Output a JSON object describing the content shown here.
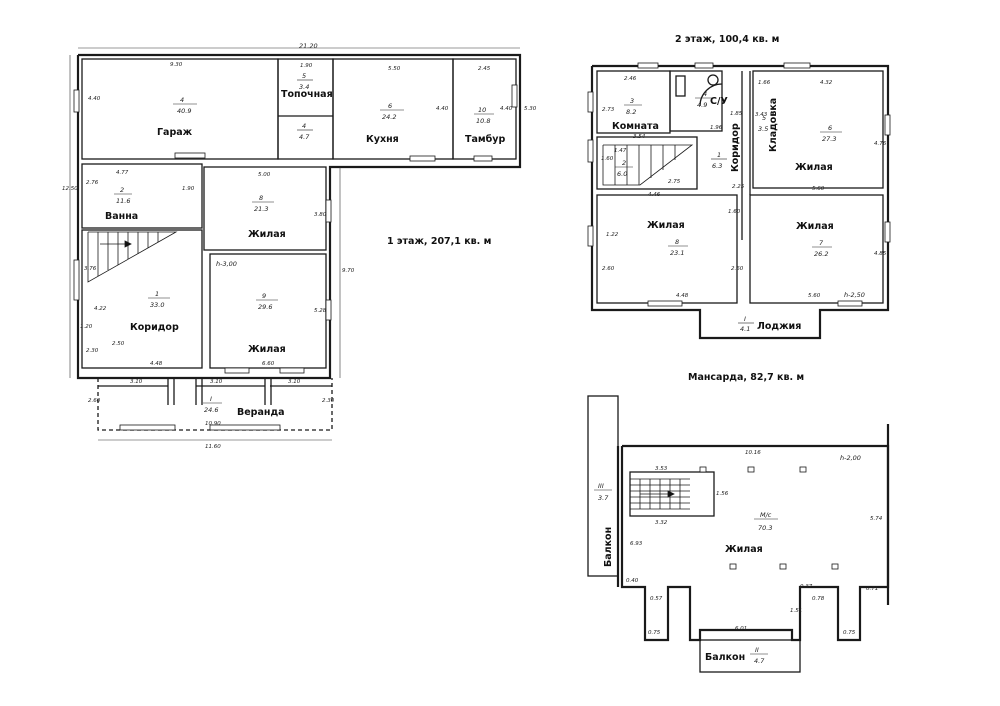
{
  "titles": {
    "floor1": "1 этаж, 207,1 кв. м",
    "floor2": "2 этаж, 100,4 кв. м",
    "attic": "Мансарда, 82,7 кв. м"
  },
  "floor1": {
    "overall_width": "21.20",
    "rooms": [
      {
        "name": "Гараж",
        "num": "4",
        "area": "40.9"
      },
      {
        "name": "Топочная",
        "num": "5",
        "area": "3.4"
      },
      {
        "name": "",
        "num": "4",
        "area": "4.7"
      },
      {
        "name": "Кухня",
        "num": "6",
        "area": "24.2"
      },
      {
        "name": "Тамбур",
        "num": "10",
        "area": "10.8"
      },
      {
        "name": "Ванна",
        "num": "2",
        "area": "11.6"
      },
      {
        "name": "Жилая",
        "num": "8",
        "area": "21.3"
      },
      {
        "name": "Коридор",
        "num": "1",
        "area": "33.0"
      },
      {
        "name": "Жилая",
        "num": "9",
        "area": "29.6"
      },
      {
        "name": "Веранда",
        "num": "I",
        "area": "24.6"
      }
    ],
    "height": "h-3,00",
    "dims": {
      "garage_w": "9.30",
      "garage_h": "4.40",
      "boiler_w": "1.90",
      "kitchen_w": "5.50",
      "kitchen_h": "4.40",
      "vest_w": "2.45",
      "vest_h": "4.40",
      "right_h": "5.30",
      "left_top": "12.50",
      "bath_w": "4.77",
      "bath_h": "2.76",
      "living8_w": "5.00",
      "living8_h": "3.80",
      "corr_w": "4.48",
      "corr_h": "2.50",
      "living9_w": "6.60",
      "living9_h": "5.28",
      "mid_h": "9.70",
      "ver_l": "3.10",
      "ver_m": "3.10",
      "ver_r": "3.10",
      "ver_total": "10.90",
      "total_bottom": "11.60",
      "ver_h1": "2.60",
      "ver_h2": "2.30",
      "left1": "3.76",
      "left2": "1.20",
      "left3": "2.30",
      "kor_corner": "4.22",
      "stair": "1.90"
    }
  },
  "floor2": {
    "rooms": [
      {
        "name": "Комната",
        "num": "3",
        "area": "8.2"
      },
      {
        "name": "С/У",
        "num": "4",
        "area": "4.9"
      },
      {
        "name": "Кладовка",
        "num": "5",
        "area": "3.5"
      },
      {
        "name": "Жилая",
        "num": "6",
        "area": "27.3"
      },
      {
        "name": "",
        "num": "2",
        "area": "6.0"
      },
      {
        "name": "Коридор",
        "num": "1",
        "area": "6.3"
      },
      {
        "name": "Жилая",
        "num": "8",
        "area": "23.1"
      },
      {
        "name": "Жилая",
        "num": "7",
        "area": "26.2"
      },
      {
        "name": "Лоджия",
        "num": "I",
        "area": "4.1"
      }
    ],
    "height": "h-2,50",
    "dims": {
      "a": "2.46",
      "b": "2.73",
      "c": "3.54",
      "d": "4.32",
      "e": "5.60",
      "f": "5.60",
      "g": "4.48",
      "h": "2.75",
      "i": "4.46",
      "j": "2.60",
      "k": "2.60",
      "l": "4.85",
      "m": "4.76",
      "n": "1.22",
      "o": "1.60",
      "p": "1.47",
      "q": "1.96",
      "r": "1.66",
      "s": "3.43",
      "t": "1.85",
      "u": "1.60",
      "v": "2.25"
    }
  },
  "attic": {
    "rooms": [
      {
        "name": "Жилая",
        "num": "М/с",
        "area": "70.3"
      },
      {
        "name": "Балкон",
        "num": "III",
        "area": "3.7"
      },
      {
        "name": "Балкон",
        "num": "II",
        "area": "4.7"
      }
    ],
    "height": "h-2,00",
    "dims": {
      "top": "10.16",
      "stair_w": "3.53",
      "stair_w2": "3.32",
      "stair_h": "1.56",
      "left_h": "6.93",
      "right_h": "5.74",
      "bal_w": "6.01",
      "bay1": "0.40",
      "bay2": "0.57",
      "bay3": "1.51",
      "bay4": "0.75",
      "bay5": "0.71",
      "bay6": "0.75",
      "bay7": "0.78",
      "bay8": "0.37"
    }
  }
}
